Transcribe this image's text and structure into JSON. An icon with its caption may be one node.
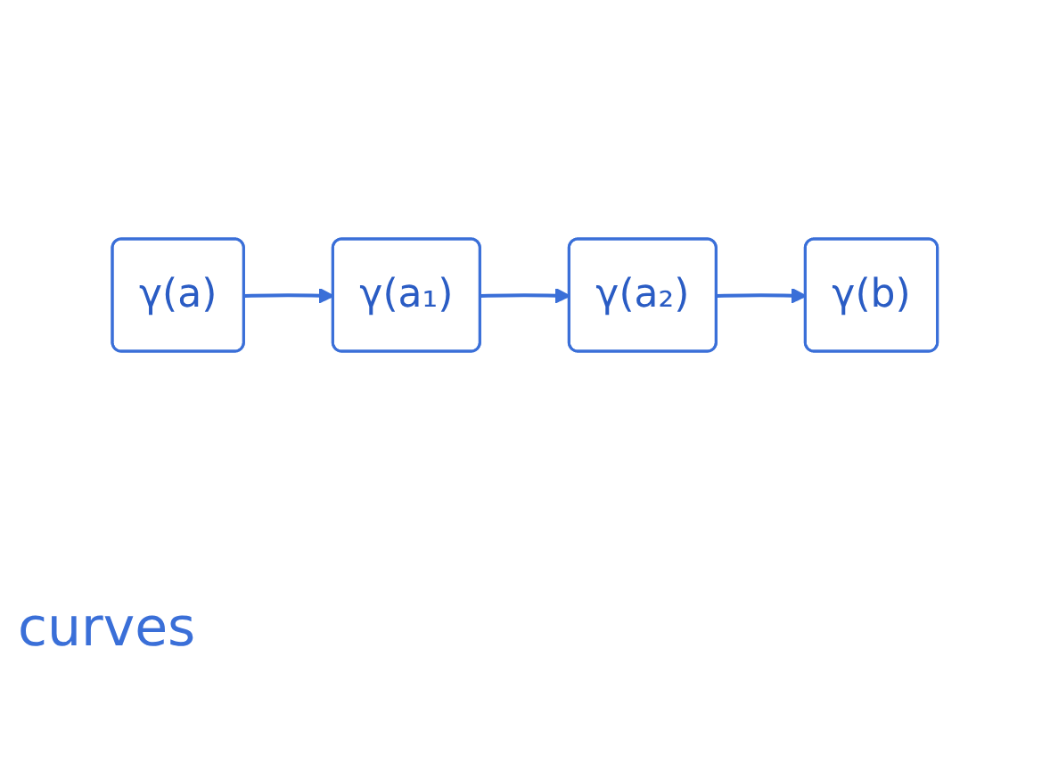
{
  "diagram": {
    "nodes": [
      {
        "text": [
          "γ(a)"
        ]
      },
      {
        "text": [
          "γ(a₁)"
        ]
      },
      {
        "text": [
          "γ(a₂)"
        ]
      },
      {
        "text": [
          "γ(b)"
        ]
      }
    ],
    "edges": [
      {
        "from": 0,
        "to": 1,
        "arrow": "to"
      },
      {
        "from": 1,
        "to": 2,
        "arrow": "to"
      },
      {
        "from": 2,
        "to": 3,
        "arrow": "to"
      }
    ],
    "labels": [
      "curves"
    ]
  }
}
